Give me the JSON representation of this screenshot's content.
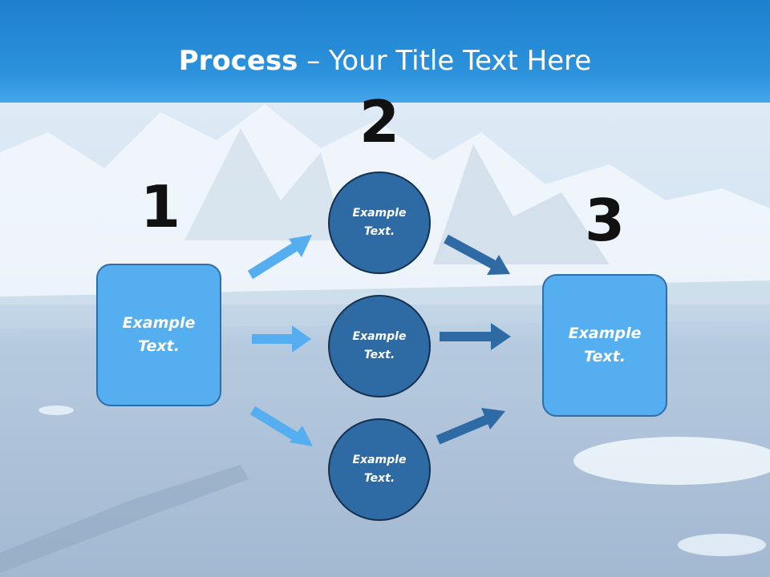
{
  "header": {
    "title_bold": "Process",
    "title_rest": " – Your Title Text Here"
  },
  "steps": {
    "num1": "1",
    "num2": "2",
    "num3": "3"
  },
  "boxes": {
    "left_text": "Example Text.",
    "right_text": "Example Text."
  },
  "circles": [
    {
      "text": "Example Text."
    },
    {
      "text": "Example Text."
    },
    {
      "text": "Example Text."
    }
  ],
  "colors": {
    "header_blue": "#2c92dc",
    "box_fill": "#55aef0",
    "circle_fill": "#2e6aa4",
    "light_arrow": "#55aef0",
    "dark_arrow": "#2e6aa4"
  }
}
